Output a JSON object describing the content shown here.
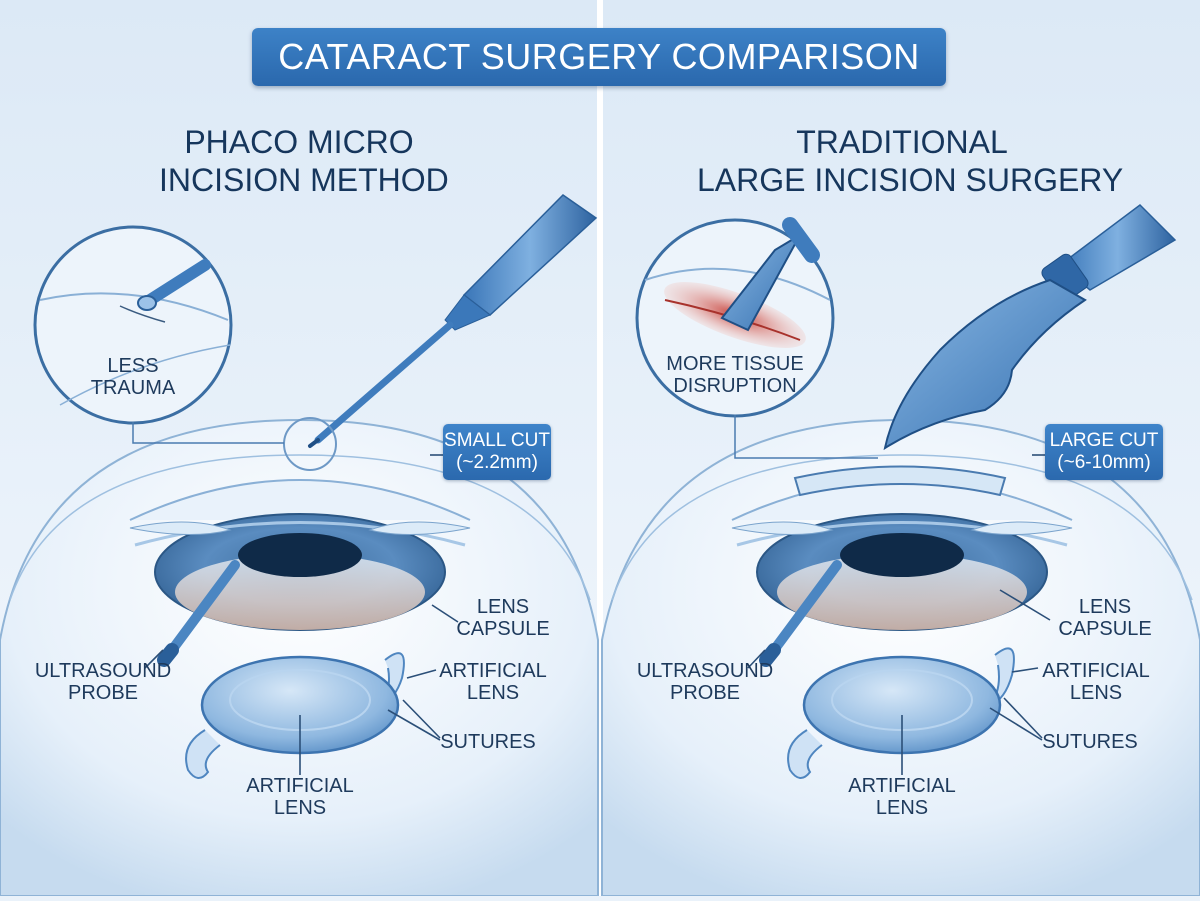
{
  "title": "CATARACT SURGERY COMPARISON",
  "left": {
    "heading": [
      "PHACO MICRO",
      "INCISION METHOD"
    ],
    "inset_label": [
      "LESS",
      "TRAUMA"
    ],
    "cut_badge": [
      "SMALL CUT",
      "(~2.2mm)"
    ],
    "labels": {
      "lens_capsule": [
        "LENS",
        "CAPSULE"
      ],
      "ultrasound_probe": [
        "ULTRASOUND",
        "PROBE"
      ],
      "artificial_lens_right": [
        "ARTIFICIAL",
        "LENS"
      ],
      "sutures": "SUTURES",
      "artificial_lens_bottom": [
        "ARTIFICIAL",
        "LENS"
      ]
    }
  },
  "right": {
    "heading": [
      "TRADITIONAL",
      "LARGE INCISION SURGERY"
    ],
    "inset_label": [
      "MORE TISSUE",
      "DISRUPTION"
    ],
    "cut_badge": [
      "LARGE CUT",
      "(~6-10mm)"
    ],
    "labels": {
      "lens_capsule": [
        "LENS",
        "CAPSULE"
      ],
      "ultrasound_probe": [
        "ULTRASOUND",
        "PROBE"
      ],
      "artificial_lens_right": [
        "ARTIFICIAL",
        "LENS"
      ],
      "sutures": "SUTURES",
      "artificial_lens_bottom": [
        "ARTIFICIAL",
        "LENS"
      ]
    }
  },
  "colors": {
    "accent": "#2f6fb3",
    "eye_blue": "#6e9fd0",
    "pupil": "#0f2a48",
    "tissue_red": "#d9645c"
  }
}
